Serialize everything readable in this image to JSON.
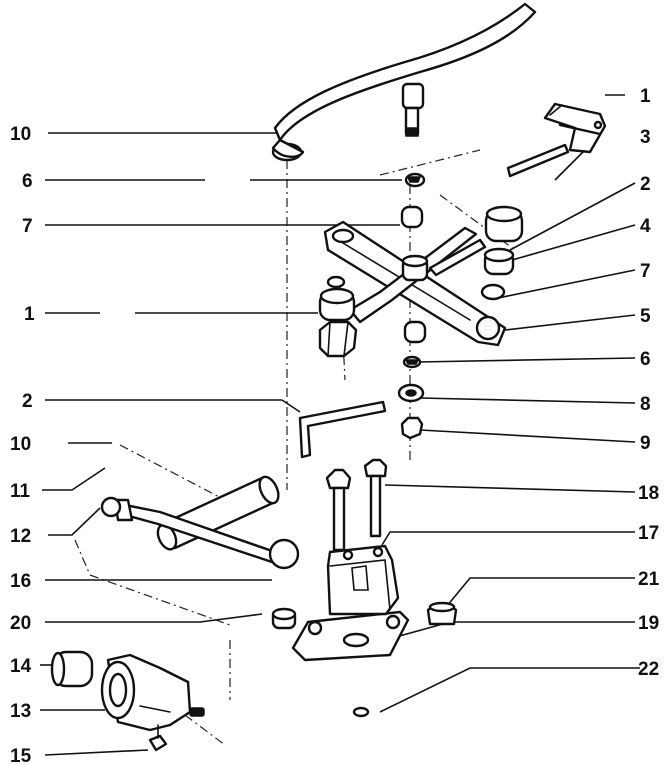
{
  "diagram": {
    "callouts": {
      "c10a": "10",
      "c6a": "6",
      "c7a": "7",
      "c1a": "1",
      "c2a": "2",
      "c10b": "10",
      "c11": "11",
      "c12": "12",
      "c16": "16",
      "c20": "20",
      "c14": "14",
      "c13": "13",
      "c15": "15",
      "c1b": "1",
      "c3": "3",
      "c2b": "2",
      "c4": "4",
      "c7b": "7",
      "c5": "5",
      "c6b": "6",
      "c8": "8",
      "c9": "9",
      "c18": "18",
      "c17": "17",
      "c21": "21",
      "c19": "19",
      "c22": "22"
    },
    "colors": {
      "ink": "#111111",
      "paper": "#ffffff"
    }
  }
}
